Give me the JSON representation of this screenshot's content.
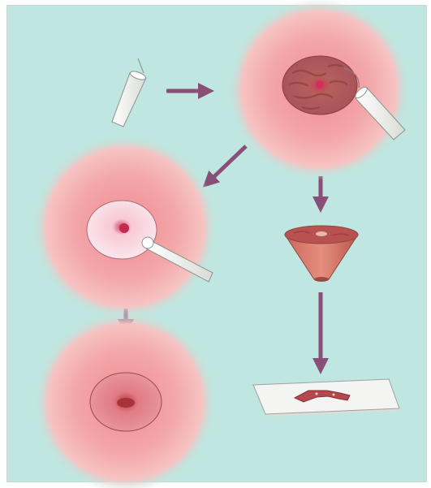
{
  "figure": {
    "background_color": "#bfe6e0",
    "tissue_color": "#f0a0a0",
    "lesion_color": "#b94b52",
    "arrow_color": "#8a4f78",
    "instrument_color": "#f4f4ee",
    "slide_color": "#f2f2f0"
  },
  "steps": [
    {
      "id": "instrument"
    },
    {
      "id": "cervix-with-lesion"
    },
    {
      "id": "cervix-after-excision"
    },
    {
      "id": "cervix-healed"
    },
    {
      "id": "excised-cone-specimen"
    },
    {
      "id": "specimen-on-slide"
    }
  ]
}
